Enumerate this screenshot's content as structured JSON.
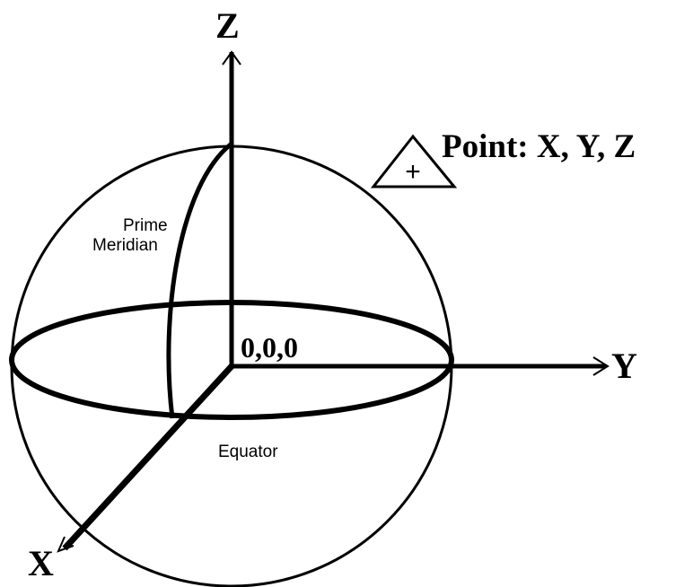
{
  "axes": {
    "z_label": "Z",
    "y_label": "Y",
    "x_label": "X"
  },
  "labels": {
    "origin": "0,0,0",
    "point": "Point: X, Y, Z",
    "prime_meridian_line1": "Prime",
    "prime_meridian_line2": "Meridian",
    "equator": "Equator",
    "point_marker_symbol": "+"
  },
  "colors": {
    "stroke": "#000000",
    "background": "#ffffff"
  },
  "icons": {
    "point_marker": "triangle-with-plus-icon"
  }
}
